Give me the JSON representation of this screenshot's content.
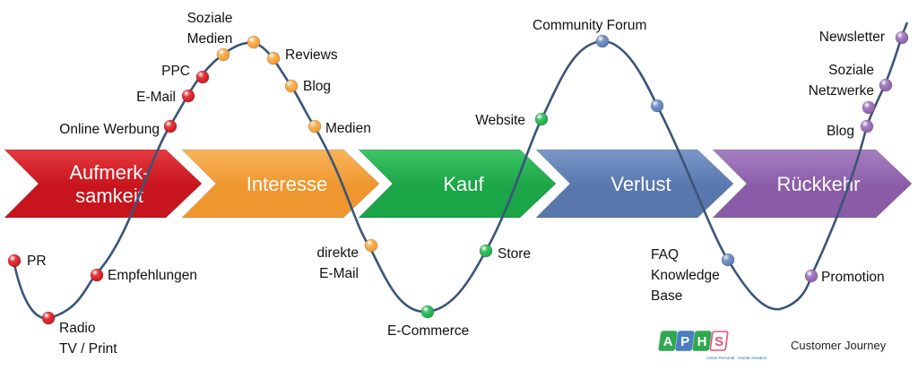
{
  "stages": [
    {
      "label_lines": [
        "Aufmerk-",
        "samkeit"
      ],
      "color": "#c8141c",
      "color_light": "#e43a3f"
    },
    {
      "label_lines": [
        "Interesse"
      ],
      "color": "#f0962e",
      "color_light": "#f7b45a"
    },
    {
      "label_lines": [
        "Kauf"
      ],
      "color": "#1aa546",
      "color_light": "#3cc466"
    },
    {
      "label_lines": [
        "Verlust"
      ],
      "color": "#5877ad",
      "color_light": "#7b97c9"
    },
    {
      "label_lines": [
        "Rückkehr"
      ],
      "color": "#8a5ca8",
      "color_light": "#a57fc1"
    }
  ],
  "touchpoints": [
    {
      "stage": 0,
      "label_lines": [
        "PR"
      ]
    },
    {
      "stage": 0,
      "label_lines": [
        "Radio",
        "TV / Print"
      ]
    },
    {
      "stage": 0,
      "label_lines": [
        "Empfehlungen"
      ]
    },
    {
      "stage": 0,
      "label_lines": [
        "Online Werbung"
      ]
    },
    {
      "stage": 0,
      "label_lines": [
        "E-Mail"
      ]
    },
    {
      "stage": 0,
      "label_lines": [
        "PPC"
      ]
    },
    {
      "stage": 1,
      "label_lines": [
        "Soziale",
        "Medien"
      ]
    },
    {
      "stage": 1,
      "label_lines": [
        "Reviews"
      ]
    },
    {
      "stage": 1,
      "label_lines": [
        "Blog"
      ]
    },
    {
      "stage": 1,
      "label_lines": [
        "Medien"
      ]
    },
    {
      "stage": 1,
      "label_lines": [
        "direkte",
        "E-Mail"
      ]
    },
    {
      "stage": 2,
      "label_lines": [
        "E-Commerce"
      ]
    },
    {
      "stage": 2,
      "label_lines": [
        "Store"
      ]
    },
    {
      "stage": 2,
      "label_lines": [
        "Website"
      ]
    },
    {
      "stage": 3,
      "label_lines": [
        "Community Forum"
      ]
    },
    {
      "stage": 3,
      "label_lines": []
    },
    {
      "stage": 3,
      "label_lines": [
        "FAQ",
        "Knowledge",
        "Base"
      ]
    },
    {
      "stage": 4,
      "label_lines": [
        "Promotion"
      ]
    },
    {
      "stage": 4,
      "label_lines": [
        "Blog"
      ]
    },
    {
      "stage": 4,
      "label_lines": [
        "Soziale",
        "Netzwerke"
      ]
    },
    {
      "stage": 4,
      "label_lines": [
        "Newsletter"
      ]
    }
  ],
  "logo": {
    "letters": [
      "A",
      "P",
      "H",
      "S"
    ],
    "colors": [
      "#2fa84f",
      "#4a7fc1",
      "#2fa84f",
      "#e0507a"
    ],
    "tagline": "Active Personal - Human Solution"
  },
  "caption": "Customer Journey",
  "curve_color": "#3a5578"
}
